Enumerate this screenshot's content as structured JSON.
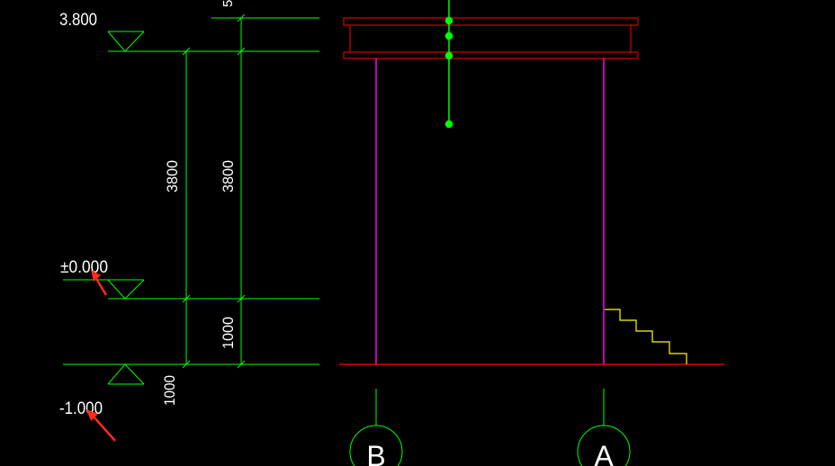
{
  "elevations": {
    "top": "3.800",
    "zero": "±0.000",
    "bottom": "-1.000",
    "cut_top": "5"
  },
  "dimensions": {
    "inner_upper": "3800",
    "outer_upper": "3800",
    "outer_lower": "1000",
    "below": "1000"
  },
  "axes": {
    "left": "B",
    "right": "A"
  },
  "colors": {
    "background": "#000000",
    "dimension": "#00ff00",
    "beam": "#ff0000",
    "column": "#ff00ff",
    "stair": "#ffff00",
    "text": "#ffffff",
    "axis_bubble": "#00ff00",
    "arrow": "#ff2a1a"
  }
}
